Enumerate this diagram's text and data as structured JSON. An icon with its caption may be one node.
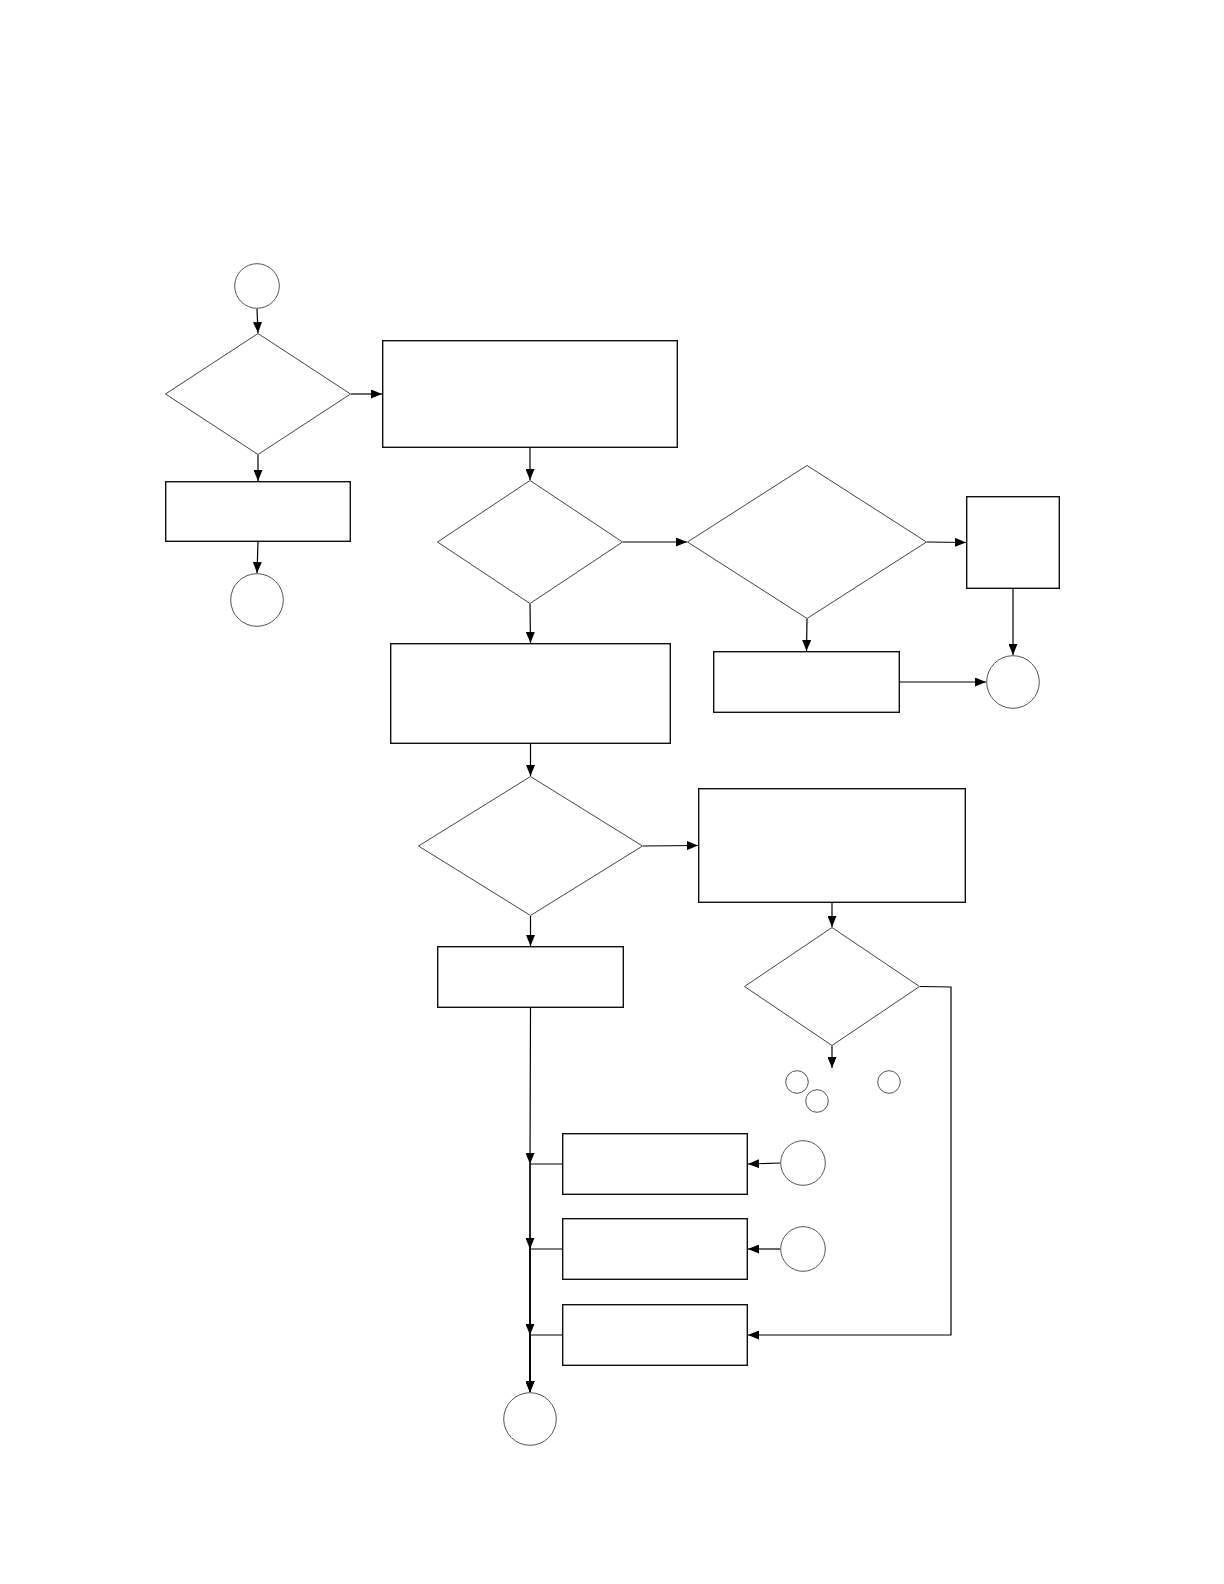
{
  "diagram": {
    "nodes": [
      {
        "text": [],
        "shape": "circle"
      },
      {
        "text": [],
        "shape": "diamond"
      },
      {
        "text": [],
        "shape": "box"
      },
      {
        "text": [],
        "shape": "box"
      },
      {
        "text": [],
        "shape": "circle"
      },
      {
        "text": [],
        "shape": "diamond"
      },
      {
        "text": [],
        "shape": "diamond"
      },
      {
        "text": [],
        "shape": "box"
      },
      {
        "text": [],
        "shape": "box"
      },
      {
        "text": [],
        "shape": "box"
      },
      {
        "text": [],
        "shape": "circle"
      },
      {
        "text": [],
        "shape": "diamond"
      },
      {
        "text": [],
        "shape": "box"
      },
      {
        "text": [],
        "shape": "box"
      },
      {
        "text": [],
        "shape": "diamond"
      },
      {
        "text": [],
        "shape": "circle"
      },
      {
        "text": [],
        "shape": "circle"
      },
      {
        "text": [],
        "shape": "circle"
      },
      {
        "text": [],
        "shape": "box"
      },
      {
        "text": [],
        "shape": "circle"
      },
      {
        "text": [],
        "shape": "box"
      },
      {
        "text": [],
        "shape": "circle"
      },
      {
        "text": [],
        "shape": "box"
      },
      {
        "text": [],
        "shape": "circle"
      }
    ],
    "edges": [
      {
        "from": 0,
        "to": 1,
        "arrow": "to"
      },
      {
        "from": 1,
        "to": 2,
        "arrow": "to"
      },
      {
        "from": 1,
        "to": 3,
        "arrow": "to"
      },
      {
        "from": 3,
        "to": 4,
        "arrow": "to"
      },
      {
        "from": 2,
        "to": 5,
        "arrow": "to"
      },
      {
        "from": 5,
        "to": 6,
        "arrow": "to"
      },
      {
        "from": 6,
        "to": 7,
        "arrow": "to"
      },
      {
        "from": 6,
        "to": 9,
        "arrow": "to"
      },
      {
        "from": 7,
        "to": 10,
        "arrow": "to"
      },
      {
        "from": 9,
        "to": 10,
        "arrow": "to"
      },
      {
        "from": 5,
        "to": 8,
        "arrow": "to"
      },
      {
        "from": 8,
        "to": 11,
        "arrow": "to"
      },
      {
        "from": 11,
        "to": 12,
        "arrow": "to"
      },
      {
        "from": 11,
        "to": 13,
        "arrow": "to"
      },
      {
        "from": 12,
        "to": 14,
        "arrow": "to"
      },
      {
        "from": 14,
        "to": 15,
        "arrow": "to"
      },
      {
        "from": 14,
        "to": 22,
        "arrow": "to"
      },
      {
        "from": 19,
        "to": 18,
        "arrow": "to"
      },
      {
        "from": 21,
        "to": 20,
        "arrow": "to"
      },
      {
        "from": 13,
        "to": 23,
        "arrow": "to"
      },
      {
        "from": 18,
        "to": 23,
        "arrow": "to"
      },
      {
        "from": 20,
        "to": 23,
        "arrow": "to"
      },
      {
        "from": 22,
        "to": 23,
        "arrow": "to"
      }
    ]
  }
}
